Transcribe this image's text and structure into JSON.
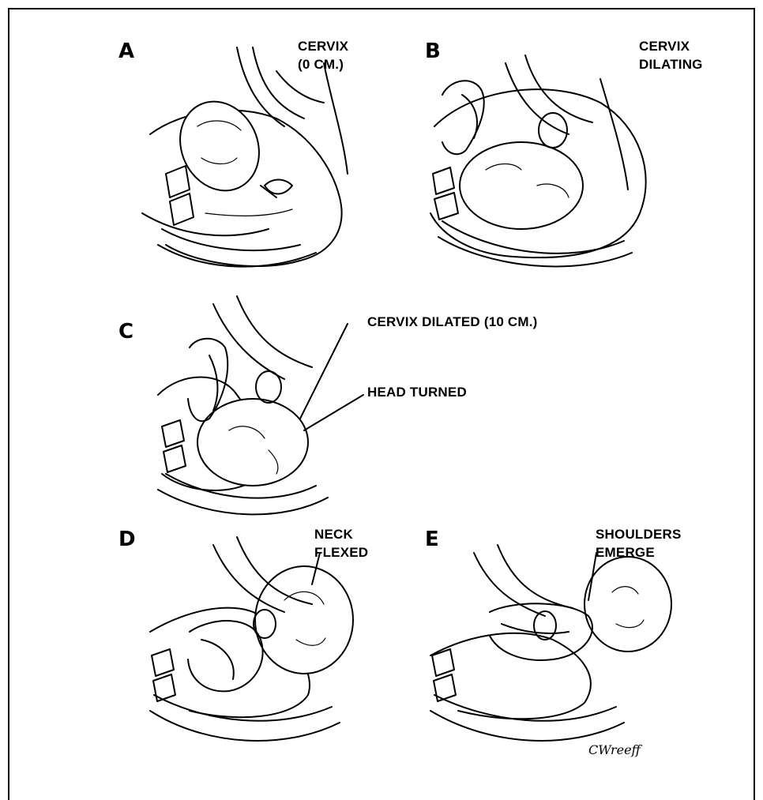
{
  "panels": [
    {
      "letter": "A",
      "callout_lines": [
        "CERVIX",
        "(0 CM.)"
      ]
    },
    {
      "letter": "B",
      "callout_lines": [
        "CERVIX",
        "DILATING"
      ]
    },
    {
      "letter": "C",
      "callout_lines": [
        "CERVIX DILATED (10 CM.)"
      ],
      "callout2_lines": [
        "HEAD TURNED"
      ]
    },
    {
      "letter": "D",
      "callout_lines": [
        "NECK",
        "FLEXED"
      ]
    },
    {
      "letter": "E",
      "callout_lines": [
        "SHOULDERS",
        "EMERGE"
      ]
    }
  ],
  "signature": "CWreeff"
}
